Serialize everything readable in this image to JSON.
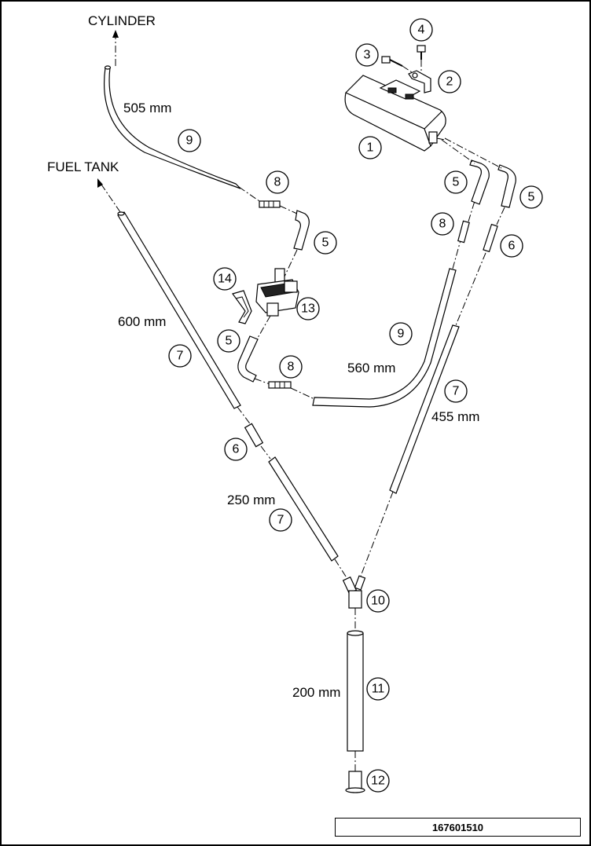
{
  "labels": {
    "cylinder": "CYLINDER",
    "fuel_tank": "FUEL TANK"
  },
  "dimensions": {
    "d505": "505 mm",
    "d600": "600 mm",
    "d560": "560 mm",
    "d455": "455 mm",
    "d250": "250 mm",
    "d200": "200 mm"
  },
  "callouts": {
    "c1": "1",
    "c2": "2",
    "c3": "3",
    "c4": "4",
    "c5": "5",
    "c6": "6",
    "c7": "7",
    "c8": "8",
    "c9": "9",
    "c10": "10",
    "c11": "11",
    "c12": "12",
    "c13": "13",
    "c14": "14"
  },
  "figure_id": "167601510"
}
